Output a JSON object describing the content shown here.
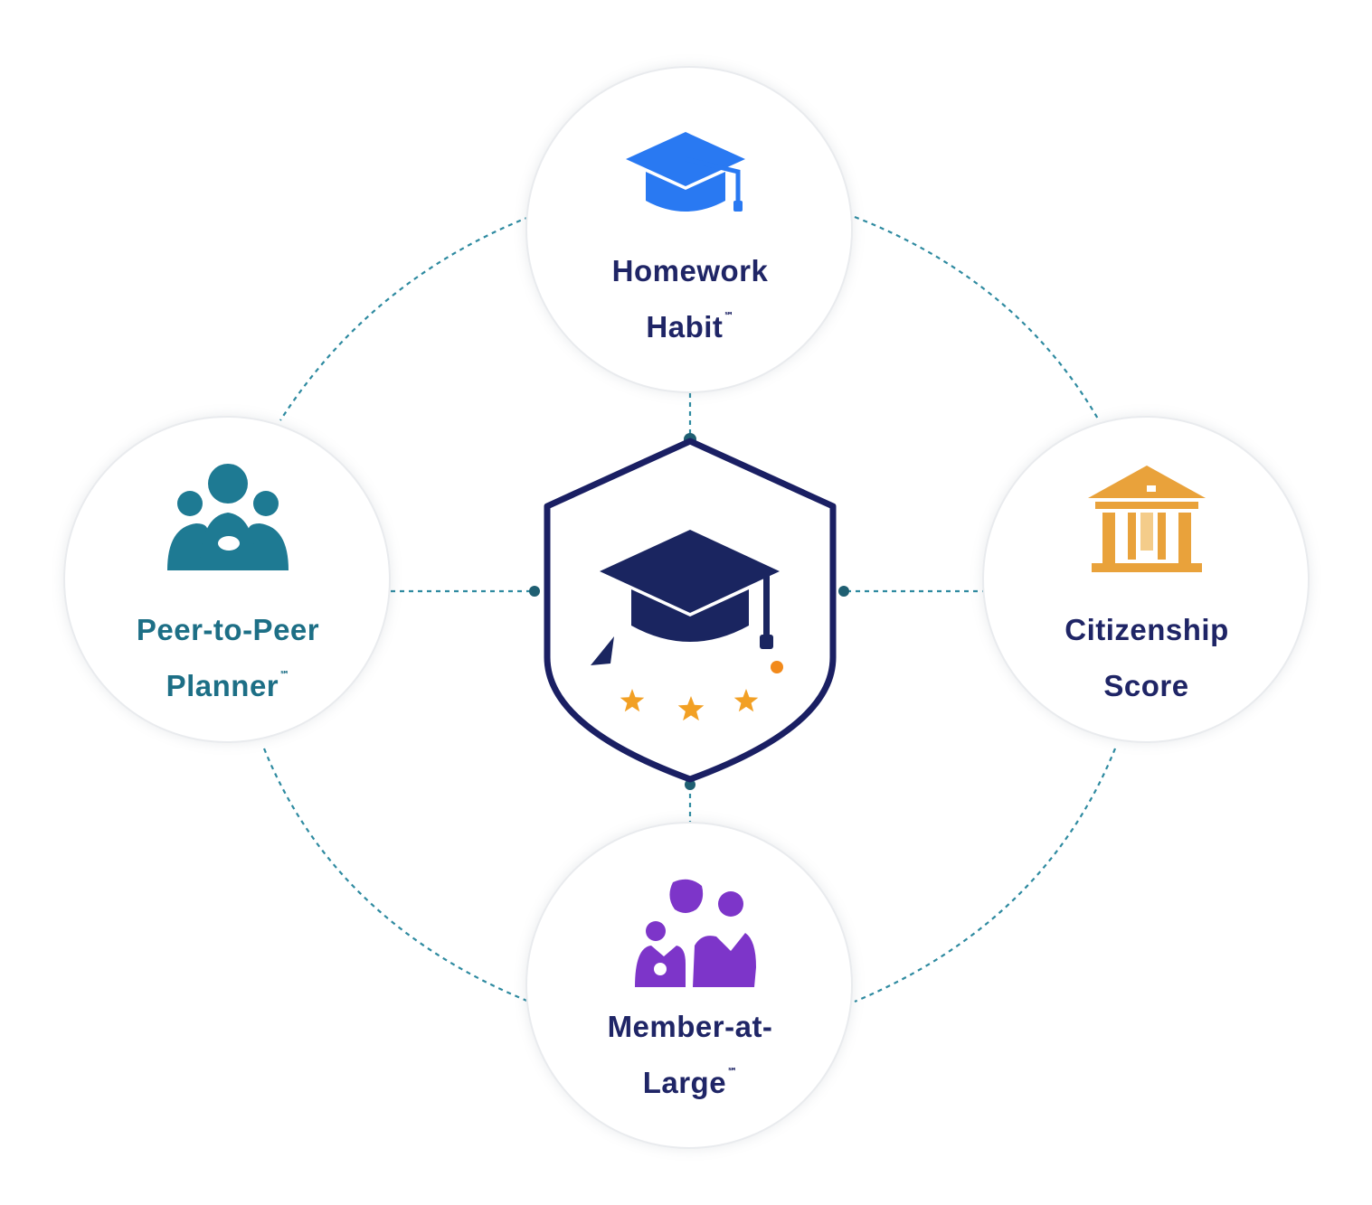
{
  "colors": {
    "connector": "#2e8aa0",
    "node_border": "#e9ebee",
    "shield_outline": "#1a1f63",
    "homework": "#2979f2",
    "peer": "#1e7a93",
    "citizenship": "#e9a23b",
    "member": "#7d35c9",
    "label_navy": "#1f2566",
    "label_teal": "#1d6f86",
    "star": "#f2a024"
  },
  "center": {
    "icon": "shield-graduation-cap-icon",
    "stars": 3
  },
  "nodes": {
    "top": {
      "icon": "graduation-cap-icon",
      "line1": "Homework",
      "line2": "Habit",
      "mark": "℠"
    },
    "left": {
      "icon": "people-group-icon",
      "line1": "Peer-to-Peer",
      "line2": "Planner",
      "mark": "℠"
    },
    "right": {
      "icon": "building-columns-icon",
      "line1": "Citizenship",
      "line2": "Score",
      "mark": ""
    },
    "bottom": {
      "icon": "member-group-icon",
      "line1": "Member-at-",
      "line2": "Large",
      "mark": "℠"
    }
  }
}
